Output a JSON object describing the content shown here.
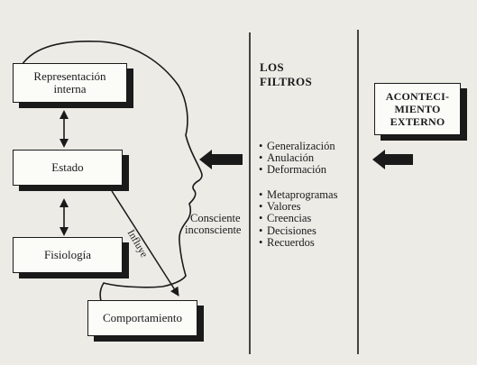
{
  "boxes": {
    "representacion": [
      "Representación",
      "interna"
    ],
    "estado": "Estado",
    "fisiologia": "Fisiología",
    "comportamiento": "Comportamiento",
    "acontecimiento": [
      "ACONTECI-",
      "MIENTO",
      "EXTERNO"
    ]
  },
  "filtros": {
    "title": [
      "LOS",
      "FILTROS"
    ],
    "group1": [
      "Generalización",
      "Anulación",
      "Deformación"
    ],
    "group2": [
      "Metaprogramas",
      "Valores",
      "Creencias",
      "Decisiones",
      "Recuerdos"
    ]
  },
  "labels": {
    "consciente": [
      "Consciente",
      "inconsciente"
    ],
    "influye": "Influye"
  },
  "colors": {
    "paper": "#ecebe6",
    "ink": "#1a1a1a",
    "box_fill": "#fbfbf8"
  }
}
